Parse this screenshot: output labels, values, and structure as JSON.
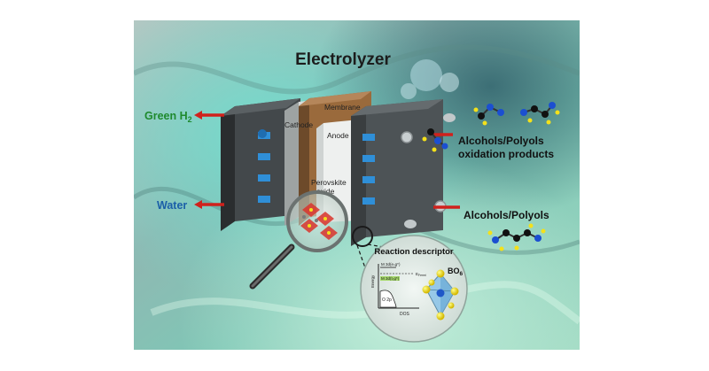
{
  "title": "Electrolyzer",
  "labels": {
    "green_h2_prefix": "Green H",
    "green_h2_sub": "2",
    "water": "Water",
    "cathode": "Cathode",
    "membrane": "Membrane",
    "anode": "Anode",
    "perovskite_line1": "Perovskite",
    "perovskite_line2": "oxide",
    "products_line1": "Alcohols/Polyols",
    "products_line2": "oxidation products",
    "feed": "Alcohols/Polyols"
  },
  "inset": {
    "title": "Reaction descriptor",
    "bo6_prefix": "BO",
    "bo6_sub": "6",
    "level_top": "M 3d(eₛg*)",
    "level_mid": "M 3d(t₂g*)",
    "fermi": "E",
    "fermi_sub": "Fermi",
    "o2p": "O 2p",
    "y_axis": "Energy",
    "x_axis": "DOS"
  },
  "colors": {
    "green_label": "#1f8a2e",
    "water_label": "#1b5fa8",
    "arrow_red": "#d0211c",
    "plate_dark": "#3b3f41",
    "membrane": "#9a6a3c",
    "channel_blue": "#2f8fd8"
  },
  "icons": [
    "magnifier-icon",
    "molecule-icon"
  ]
}
